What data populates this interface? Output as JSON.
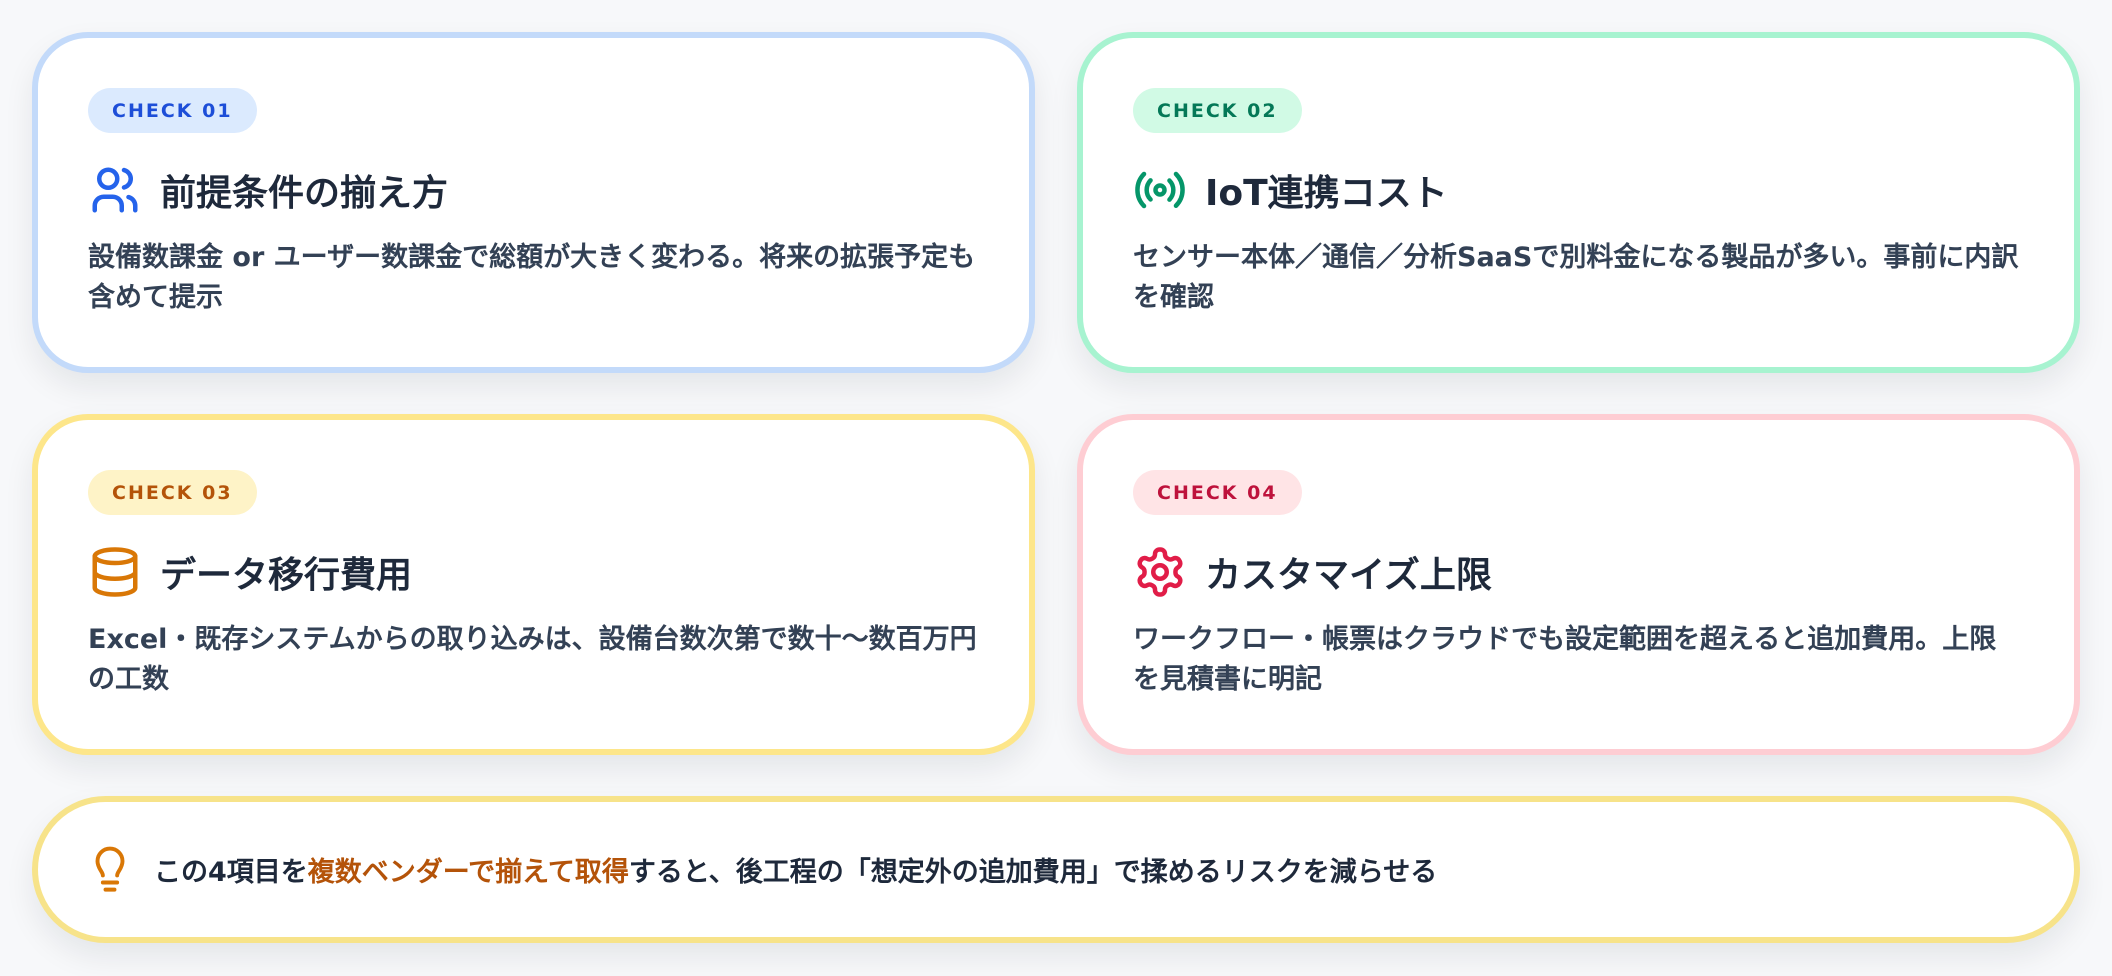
{
  "colors": {
    "background": "#f7f8fa",
    "blue_accent": "#2563eb",
    "green_accent": "#059669",
    "amber_accent": "#d97706",
    "rose_accent": "#e11d48",
    "text_dark": "#1e293b",
    "highlight": "#b45309"
  },
  "cards": [
    {
      "badge": "CHECK 01",
      "icon": "users-icon",
      "title": "前提条件の揃え方",
      "body": "設備数課金 or ユーザー数課金で総額が大きく変わる。将来の拡張予定も含めて提示"
    },
    {
      "badge": "CHECK 02",
      "icon": "broadcast-icon",
      "title": "IoT連携コスト",
      "body": "センサー本体／通信／分析SaaSで別料金になる製品が多い。事前に内訳を確認"
    },
    {
      "badge": "CHECK 03",
      "icon": "database-icon",
      "title": "データ移行費用",
      "body": "Excel・既存システムからの取り込みは、設備台数次第で数十〜数百万円の工数"
    },
    {
      "badge": "CHECK 04",
      "icon": "gear-icon",
      "title": "カスタマイズ上限",
      "body": "ワークフロー・帳票はクラウドでも設定範囲を超えると追加費用。上限を見積書に明記"
    }
  ],
  "callout": {
    "icon": "lightbulb-icon",
    "prefix": "この4項目を",
    "highlight": "複数ベンダーで揃えて取得",
    "suffix": "すると、後工程の「想定外の追加費用」で揉めるリスクを減らせる"
  }
}
